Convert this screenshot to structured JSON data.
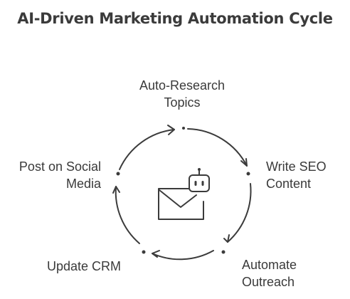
{
  "title": "AI-Driven Marketing Automation Cycle",
  "steps": [
    {
      "line1": "Auto-Research",
      "line2": "Topics"
    },
    {
      "line1": "Write SEO",
      "line2": "Content"
    },
    {
      "line1": "Automate",
      "line2": "Outreach"
    },
    {
      "line1": "Update CRM",
      "line2": ""
    },
    {
      "line1": "Post on Social",
      "line2": "Media"
    }
  ],
  "center_icon": "email-robot-icon",
  "colors": {
    "stroke": "#3b3b3b",
    "text": "#3a3a3a",
    "background": "#ffffff"
  }
}
